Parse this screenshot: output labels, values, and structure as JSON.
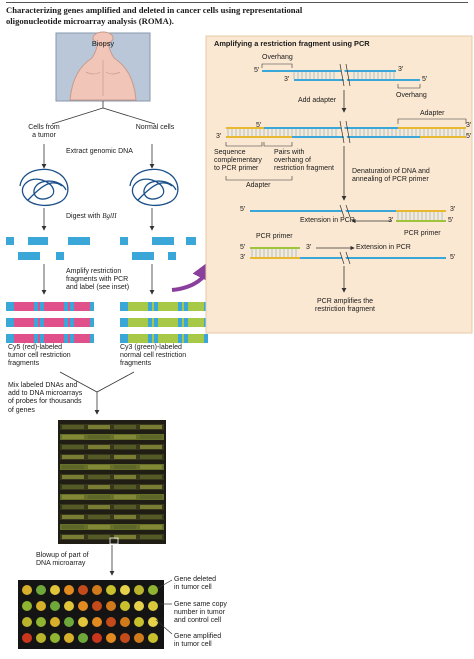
{
  "caption": {
    "line1": "Characterizing genes amplified and deleted in cancer cells using representational",
    "line2": "oligonucleotide microarray analysis (ROMA)."
  },
  "left": {
    "biopsy": "Biopsy",
    "tumor_cells": [
      "Cells from",
      "a tumor"
    ],
    "normal_cells": "Normal cells",
    "extract": "Extract genomic DNA",
    "digest_prefix": "Digest with ",
    "digest_enzyme": "BglII",
    "amplify": [
      "Amplify restriction",
      "fragments with PCR",
      "and label (see inset)"
    ],
    "cy5": [
      "Cy5 (red)-labeled",
      "tumor cell restriction",
      "fragments"
    ],
    "cy3": [
      "Cy3 (green)-labeled",
      "normal cell restriction",
      "fragments"
    ],
    "mix": [
      "Mix labeled DNAs and",
      "add to DNA microarrays",
      "of probes for thousands",
      "of genes"
    ],
    "blowup": [
      "Blowup of part of",
      "DNA microarray"
    ],
    "gene_deleted": [
      "Gene deleted",
      "in tumor cell"
    ],
    "gene_same": [
      "Gene same copy",
      "number in tumor",
      "and control cell"
    ],
    "gene_amplified": [
      "Gene amplified",
      "in tumor cell"
    ]
  },
  "inset": {
    "title": "Amplifying a restriction fragment using PCR",
    "overhang_top": "Overhang",
    "overhang_bottom": "Overhang",
    "add_adapter": "Add adapter",
    "adapter_top": "Adapter",
    "seq_comp": [
      "Sequence",
      "complementary",
      "to PCR primer"
    ],
    "pairs_with": [
      "Pairs with",
      "overhang of",
      "restriction fragment"
    ],
    "adapter_bottom": "Adapter",
    "denature": [
      "Denaturation of DNA and",
      "annealing of PCR primer"
    ],
    "ext1": "Extension in PCR",
    "pcr_primer_right": "PCR primer",
    "pcr_primer_left": "PCR primer",
    "ext2": "Extension in PCR",
    "amplifies": [
      "PCR amplifies the",
      "restriction fragment"
    ],
    "prime5": "5′",
    "prime3": "3′"
  },
  "colors": {
    "dna_blue": "#3aa7d8",
    "adapter_yellow": "#e8b830",
    "cy5_pink": "#e0508a",
    "cy3_green": "#a8c848",
    "inset_bg": "#fbe8d2",
    "arrow_purple": "#8a3f9c"
  }
}
